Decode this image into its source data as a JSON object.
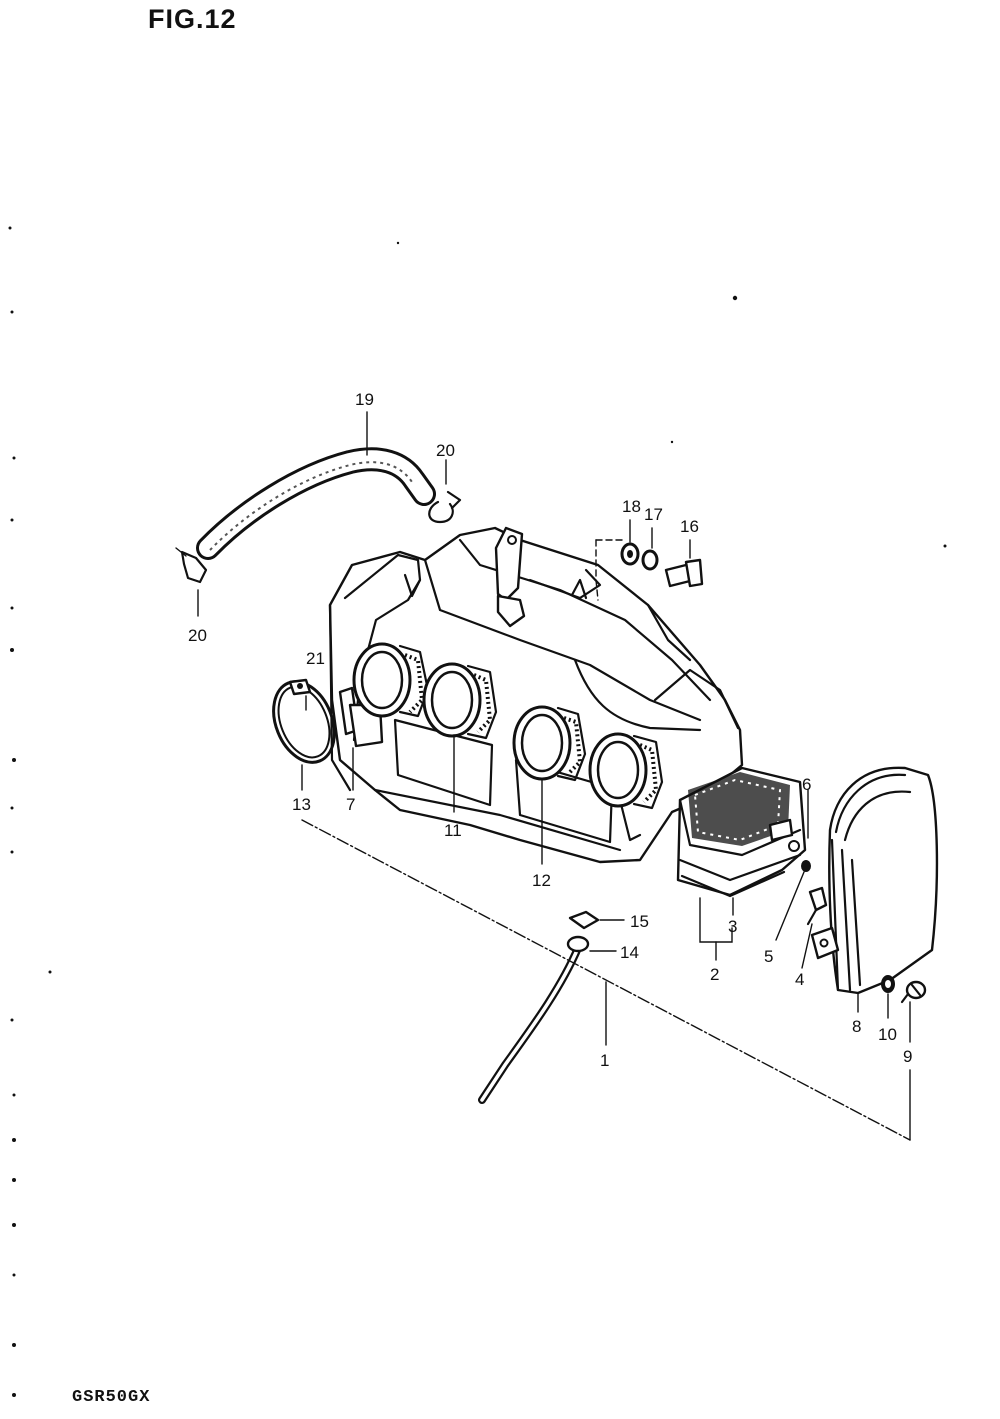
{
  "figure": {
    "title": "FIG.12",
    "model_code": "GSR50GX"
  },
  "callouts": [
    {
      "id": "c1",
      "label": "1"
    },
    {
      "id": "c2",
      "label": "2"
    },
    {
      "id": "c3",
      "label": "3"
    },
    {
      "id": "c4",
      "label": "4"
    },
    {
      "id": "c5",
      "label": "5"
    },
    {
      "id": "c6",
      "label": "6"
    },
    {
      "id": "c7",
      "label": "7"
    },
    {
      "id": "c8",
      "label": "8"
    },
    {
      "id": "c9",
      "label": "9"
    },
    {
      "id": "c10",
      "label": "10"
    },
    {
      "id": "c11",
      "label": "11"
    },
    {
      "id": "c12",
      "label": "12"
    },
    {
      "id": "c13",
      "label": "13"
    },
    {
      "id": "c14",
      "label": "14"
    },
    {
      "id": "c15",
      "label": "15"
    },
    {
      "id": "c16",
      "label": "16"
    },
    {
      "id": "c17",
      "label": "17"
    },
    {
      "id": "c18",
      "label": "18"
    },
    {
      "id": "c19",
      "label": "19"
    },
    {
      "id": "c20a",
      "label": "20"
    },
    {
      "id": "c20b",
      "label": "20"
    },
    {
      "id": "c21",
      "label": "21"
    }
  ]
}
